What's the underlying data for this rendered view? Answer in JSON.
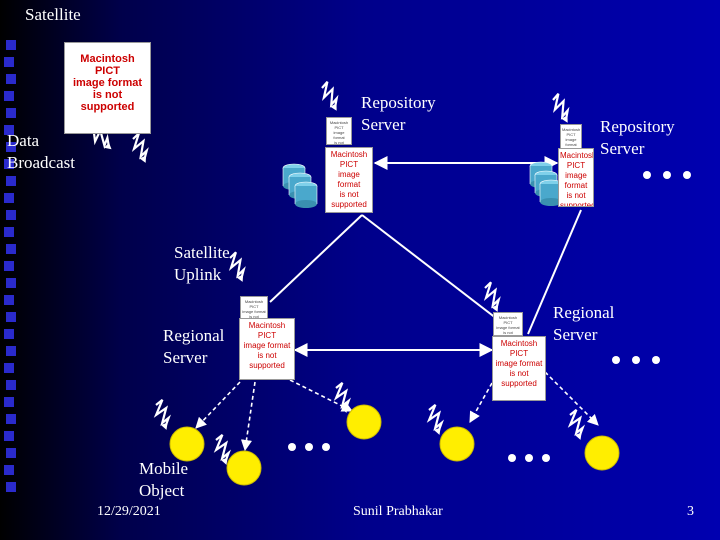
{
  "slide": {
    "title": "Satellite",
    "labels": {
      "data_broadcast": "Data\nBroadcast",
      "repository_server_1": "Repository\nServer",
      "repository_server_2": "Repository\nServer",
      "satellite_uplink": "Satellite\nUplink",
      "regional_server_1": "Regional\nServer",
      "regional_server_2": "Regional\nServer",
      "mobile_object": "Mobile\nObject"
    },
    "placeholder_text": "Macintosh PICT\nimage format\nis not supported",
    "footer": {
      "date": "12/29/2021",
      "author": "Sunil Prabhakar",
      "page": "3"
    }
  },
  "colors": {
    "background_dark": "#000000",
    "background_blue": "#0000b0",
    "sidebar_square": "#2a2acc",
    "line": "#ffffff",
    "mobile_object_fill": "#ffee00",
    "database_fill": "#4aa8cc",
    "placeholder_text": "#cc0000"
  },
  "icons": {
    "database": "cylinder-stack-icon",
    "wireless": "lightning-zigzag-icon",
    "ellipsis": "three-dots-icon"
  }
}
